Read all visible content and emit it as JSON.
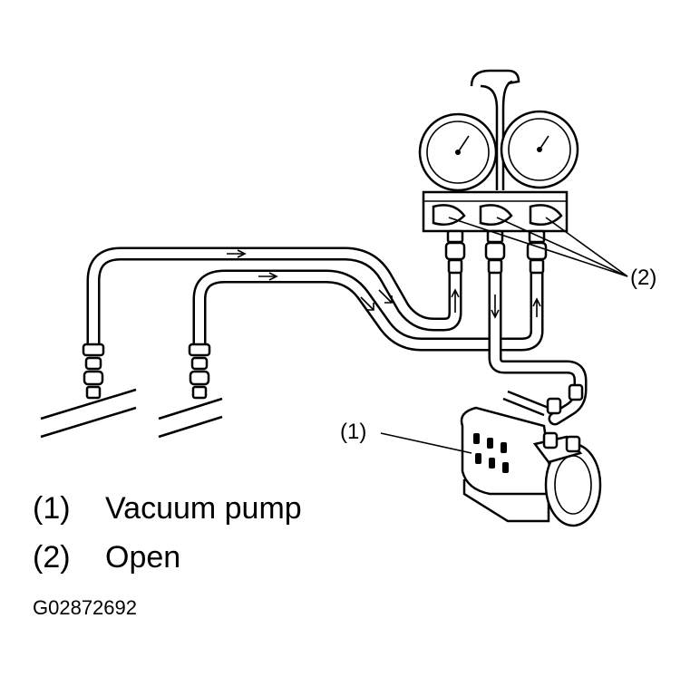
{
  "callouts": {
    "pump": "(1)",
    "valves": "(2)"
  },
  "legend": [
    {
      "num": "(1)",
      "text": "Vacuum pump"
    },
    {
      "num": "(2)",
      "text": "Open"
    }
  ],
  "figure_code": "G02872692"
}
